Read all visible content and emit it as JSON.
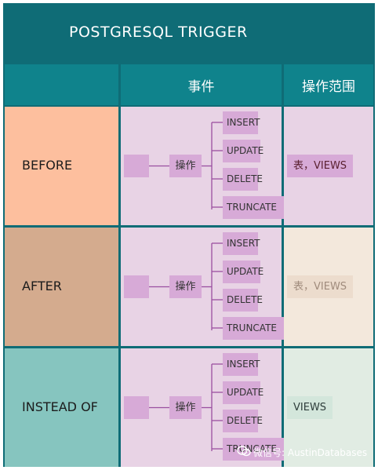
{
  "title": "POSTGRESQL TRIGGER",
  "header": {
    "event": "事件",
    "scope": "操作范围"
  },
  "operation_label": "操作",
  "events": [
    "INSERT",
    "UPDATE",
    "DELETE",
    "TRUNCATE"
  ],
  "rows": [
    {
      "timing": "BEFORE",
      "timing_bg": "#fdbf9e",
      "scope_bg": "#e8d3e5",
      "scope_tag_bg": "#d7aad7",
      "scope_text_color": "#5a2030",
      "scope_prefix": "表，",
      "scope_suffix": "VIEWS"
    },
    {
      "timing": "AFTER",
      "timing_bg": "#d4ab8e",
      "scope_bg": "#f3e8dc",
      "scope_tag_bg": "#ecdccd",
      "scope_text_color": "#a08b7c",
      "scope_prefix": "表，",
      "scope_suffix": "VIEWS"
    },
    {
      "timing": "INSTEAD OF",
      "timing_bg": "#86c5bf",
      "scope_bg": "#e1ece3",
      "scope_tag_bg": "#d3e6db",
      "scope_text_color": "#2e3d3b",
      "scope_prefix": "",
      "scope_suffix": "VIEWS"
    }
  ],
  "watermark": {
    "text": "微信号: AustinDatabases",
    "icon": "wechat-icon"
  },
  "colors": {
    "header_bg": "#0f6c76",
    "header_cell_bg": "#0f838c",
    "grid_line": "#0f6c76",
    "event_bg": "#e8d3e5",
    "node_bg": "#d7aad7",
    "connector": "#9a4fa0"
  }
}
